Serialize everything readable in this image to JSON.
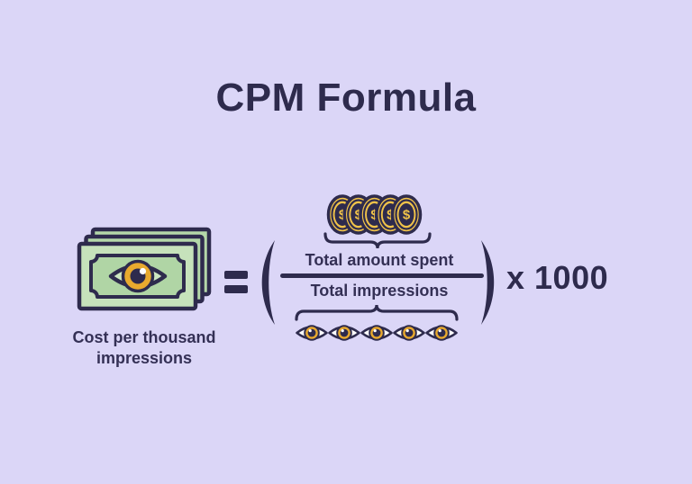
{
  "title": "CPM Formula",
  "formula": {
    "left_term": {
      "label_line1": "Cost per thousand",
      "label_line2": "impressions"
    },
    "equals": "=",
    "numerator_label": "Total amount spent",
    "denominator_label": "Total impressions",
    "multiplier": "x 1000",
    "coin_symbol": "$",
    "coin_count": 5,
    "eye_count": 5
  },
  "icons": {
    "left_term": "money-bills-with-eye",
    "numerator": "gold-coins-row",
    "denominator": "eyes-row"
  },
  "colors": {
    "background": "#dbd6f7",
    "ink": "#2e2b4d",
    "coin_gold": "#f1c349",
    "iris_gold": "#e9aa2e",
    "bill_green_light": "#c6e2bb",
    "bill_green_mid": "#b0d5a5",
    "bill_green_back": "#b4d8a9",
    "eye_white": "#ffffff"
  }
}
